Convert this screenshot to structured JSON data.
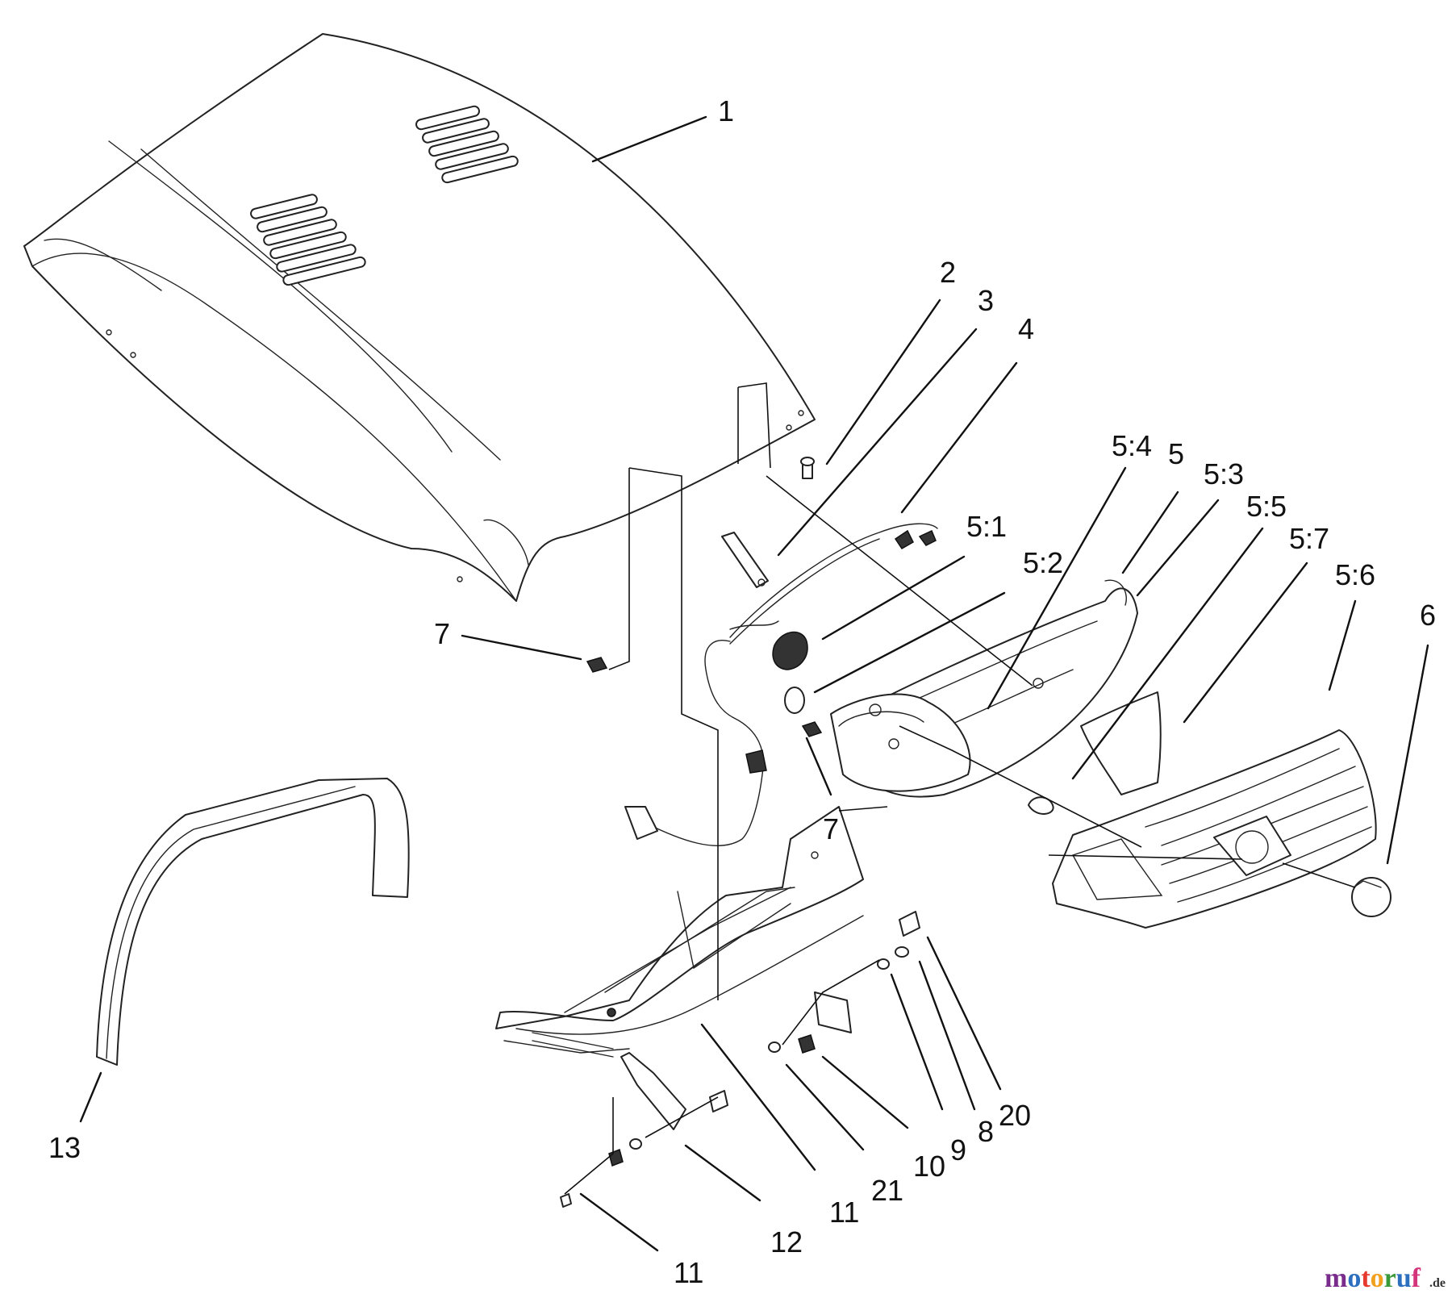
{
  "callouts": [
    {
      "id": "c1",
      "label": "1"
    },
    {
      "id": "c2",
      "label": "2"
    },
    {
      "id": "c3",
      "label": "3"
    },
    {
      "id": "c4",
      "label": "4"
    },
    {
      "id": "c5_4",
      "label": "5:4"
    },
    {
      "id": "c5",
      "label": "5"
    },
    {
      "id": "c5_3",
      "label": "5:3"
    },
    {
      "id": "c5_5",
      "label": "5:5"
    },
    {
      "id": "c5_7",
      "label": "5:7"
    },
    {
      "id": "c5_1",
      "label": "5:1"
    },
    {
      "id": "c5_2",
      "label": "5:2"
    },
    {
      "id": "c5_6",
      "label": "5:6"
    },
    {
      "id": "c6",
      "label": "6"
    },
    {
      "id": "c7a",
      "label": "7"
    },
    {
      "id": "c7b",
      "label": "7"
    },
    {
      "id": "c13",
      "label": "13"
    },
    {
      "id": "c11a",
      "label": "11"
    },
    {
      "id": "c21",
      "label": "21"
    },
    {
      "id": "c10",
      "label": "10"
    },
    {
      "id": "c9",
      "label": "9"
    },
    {
      "id": "c8",
      "label": "8"
    },
    {
      "id": "c20",
      "label": "20"
    },
    {
      "id": "c12",
      "label": "12"
    },
    {
      "id": "c11b",
      "label": "11"
    }
  ],
  "watermark": {
    "brand": "motoruf",
    "tld": ".de",
    "colors": {
      "m": "#7a2c8c",
      "o1": "#2c6fbf",
      "t": "#e63a2e",
      "o2": "#f2a11f",
      "r": "#3a9a3a",
      "u": "#2c6fbf",
      "f": "#d4347a"
    }
  }
}
